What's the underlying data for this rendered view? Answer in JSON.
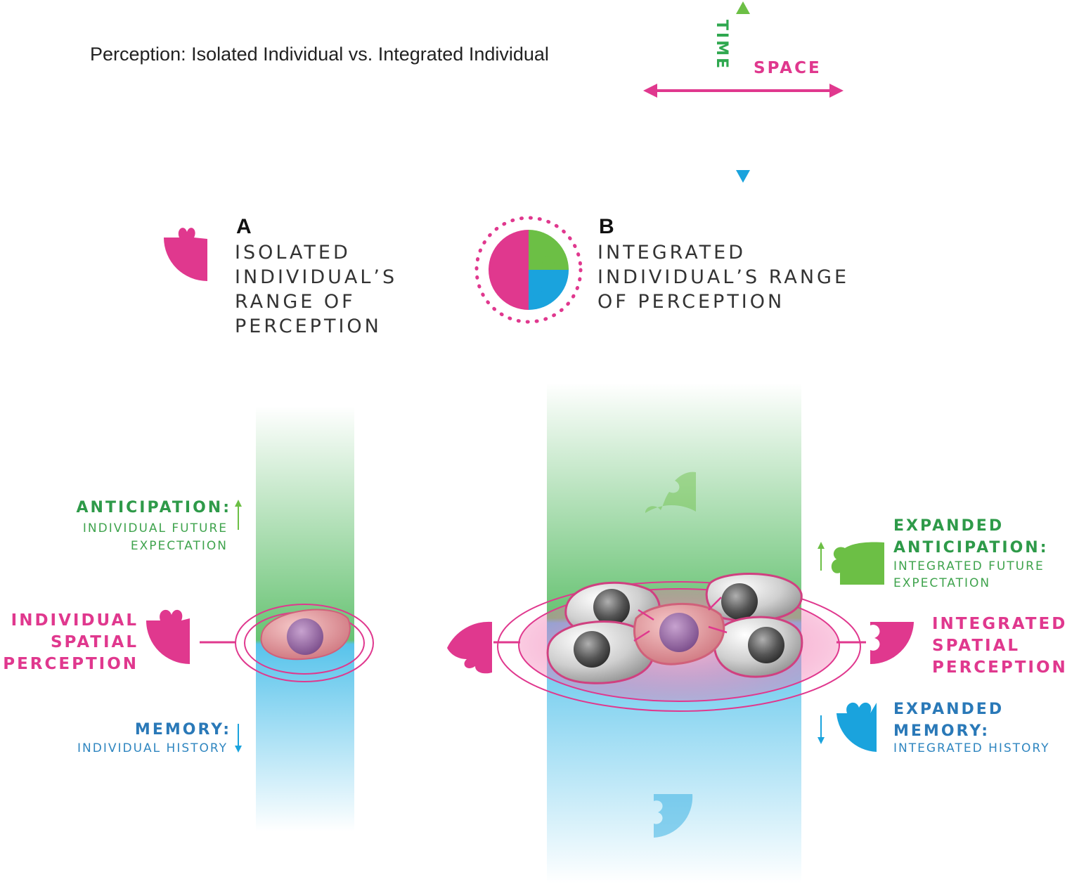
{
  "title": "Perception: Isolated Individual vs. Integrated Individual",
  "axes": {
    "time_label": "TIME",
    "space_label": "SPACE",
    "time_color": "#2fa84f",
    "space_color": "#e0388e",
    "memory_color": "#1aa3dd"
  },
  "panel_a": {
    "letter": "A",
    "heading": "ISOLATED\nINDIVIDUAL’S\nRANGE OF\nPERCEPTION",
    "anticipation": {
      "title": "ANTICIPATION:",
      "subtitle": "INDIVIDUAL FUTURE\nEXPECTATION"
    },
    "spatial": {
      "title": "INDIVIDUAL\nSPATIAL\nPERCEPTION"
    },
    "memory": {
      "title": "MEMORY:",
      "subtitle": "INDIVIDUAL HISTORY"
    }
  },
  "panel_b": {
    "letter": "B",
    "heading": "INTEGRATED\nINDIVIDUAL’S RANGE\nOF PERCEPTION",
    "anticipation": {
      "title": "EXPANDED\nANTICIPATION:",
      "subtitle": "INTEGRATED FUTURE\nEXPECTATION"
    },
    "spatial": {
      "title": "INTEGRATED\nSPATIAL\nPERCEPTION"
    },
    "memory": {
      "title": "EXPANDED\nMEMORY:",
      "subtitle": "INTEGRATED HISTORY"
    }
  },
  "colors": {
    "pink": "#e0388e",
    "green": "#6cbf45",
    "blue": "#1aa3dd",
    "dark_green_text": "#2e9a49",
    "dark_blue_text": "#2a79b8"
  }
}
